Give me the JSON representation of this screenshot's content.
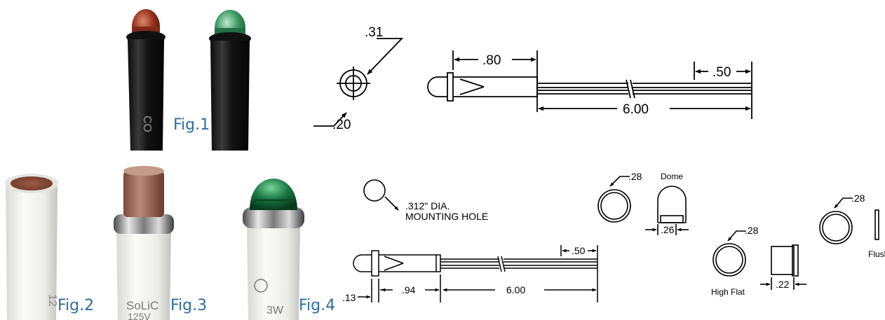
{
  "figures": {
    "fig1": "Fig.1",
    "fig2": "Fig.2",
    "fig3": "Fig.3",
    "fig4": "Fig.4"
  },
  "photo_text": {
    "fig3_print": "SoLiC",
    "fig3_print2": "125V",
    "fig4_print": "3W"
  },
  "top_drawing": {
    "lens_dia": ".31",
    "mount_dia": ".20",
    "body_len": ".80",
    "lead_strip": ".50",
    "lead_len": "6.00"
  },
  "bottom_drawing": {
    "hole_text_1": ".312\" DIA.",
    "hole_text_2": "MOUNTING HOLE",
    "lead_strip": ".50",
    "flange": ".13",
    "body_len": ".94",
    "lead_len": "6.00"
  },
  "lens_options": {
    "dome": {
      "label": "Dome",
      "dia": ".28",
      "height": ".26"
    },
    "high_flat": {
      "label": "High Flat",
      "dia": ".28",
      "height": ".22"
    },
    "flush": {
      "label": "Flush",
      "dia": ".28"
    }
  },
  "colors": {
    "figure_label": "#2e6da6",
    "red_lens": "#8c2a1c",
    "green_lens": "#2e8a55",
    "brown_lens": "#8a5542"
  }
}
